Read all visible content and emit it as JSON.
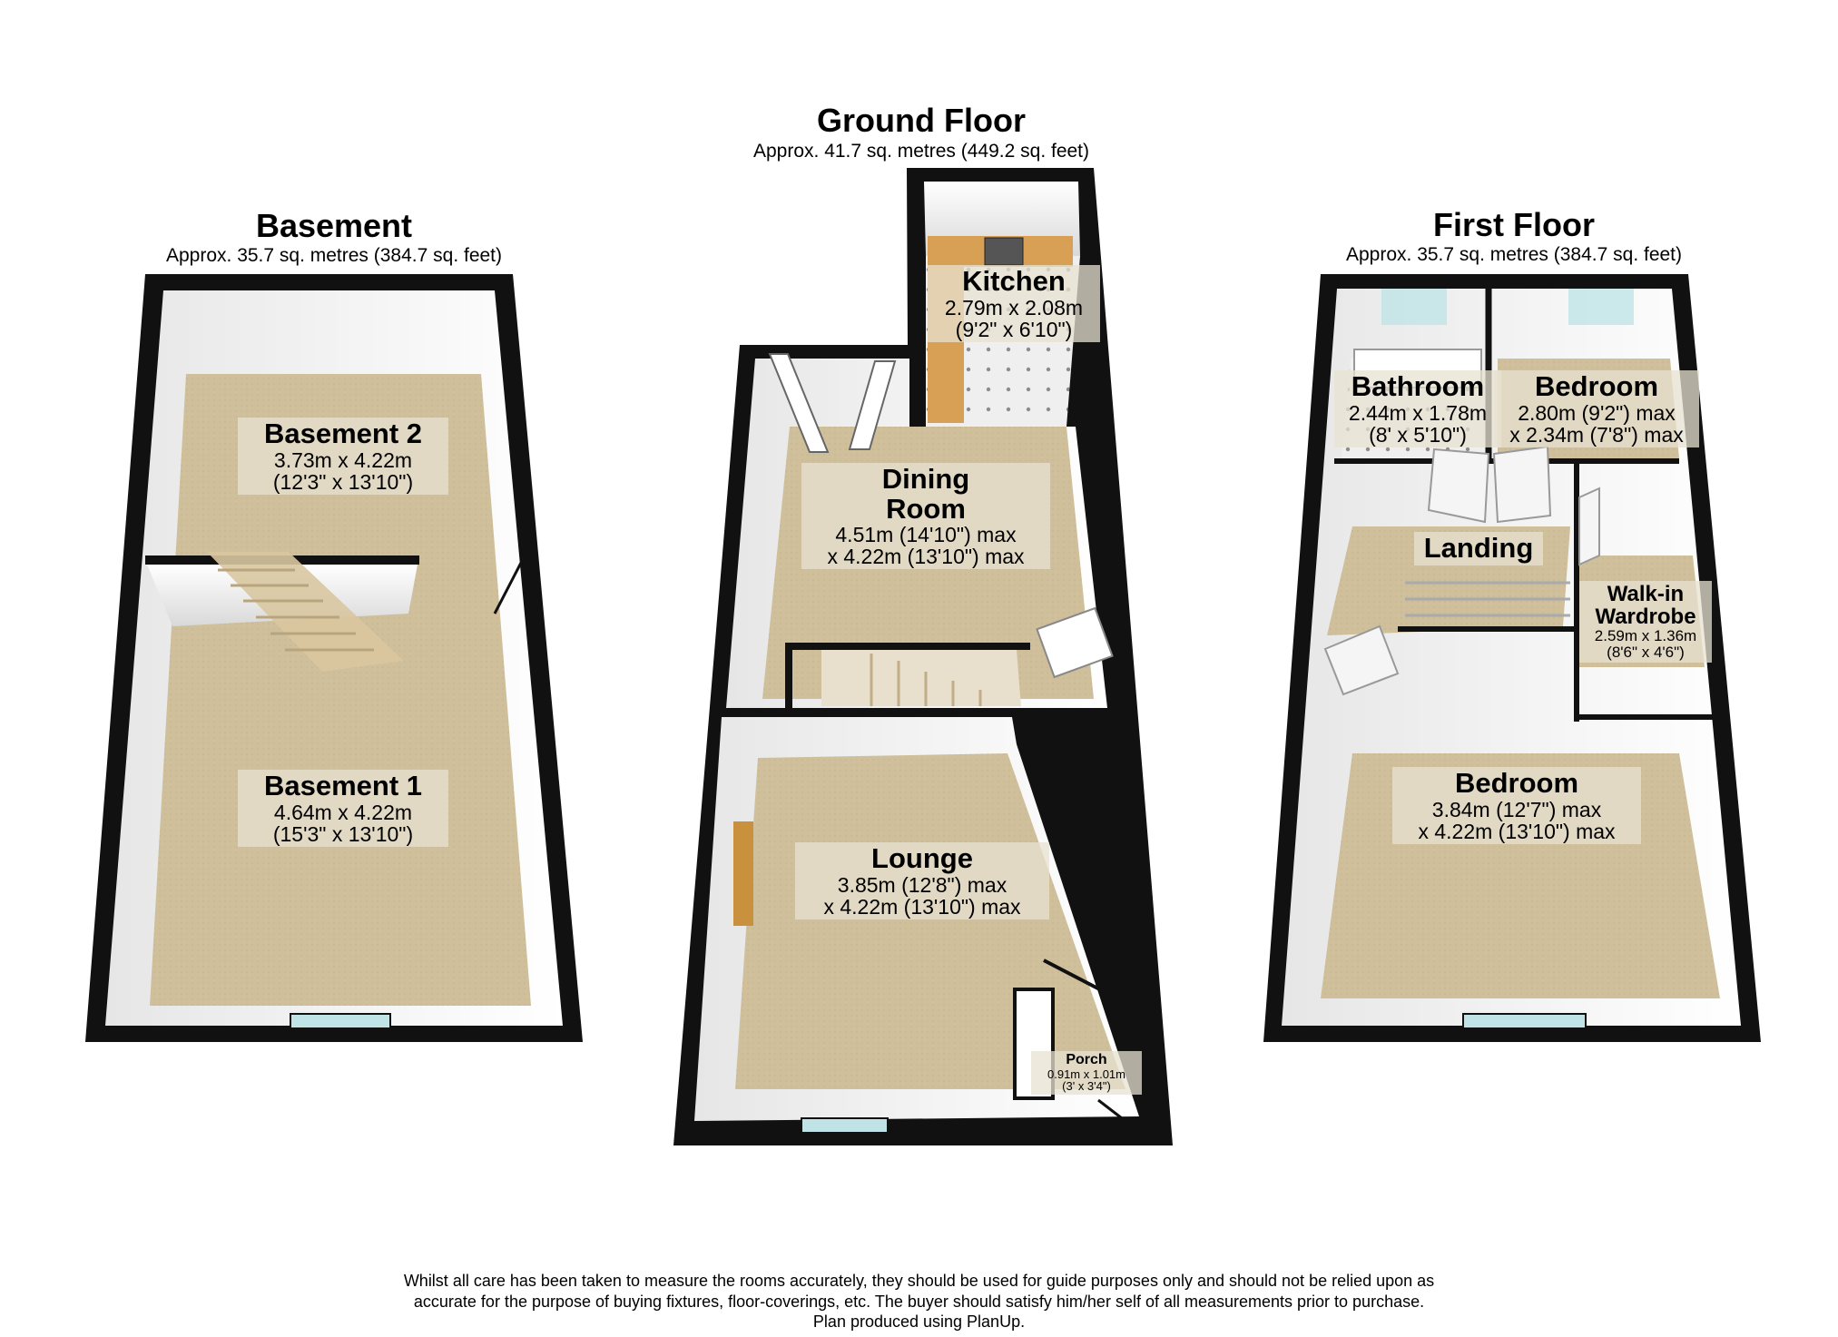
{
  "floors": {
    "basement": {
      "title": "Basement",
      "area": "Approx. 35.7 sq. metres (384.7 sq. feet)",
      "rooms": {
        "basement2": {
          "name": "Basement 2",
          "dim1": "3.73m x 4.22m",
          "dim2": "(12'3\" x 13'10\")"
        },
        "basement1": {
          "name": "Basement 1",
          "dim1": "4.64m x 4.22m",
          "dim2": "(15'3\" x 13'10\")"
        }
      }
    },
    "ground": {
      "title": "Ground Floor",
      "area": "Approx. 41.7 sq. metres (449.2 sq. feet)",
      "rooms": {
        "kitchen": {
          "name": "Kitchen",
          "dim1": "2.79m x 2.08m",
          "dim2": "(9'2\" x 6'10\")"
        },
        "dining": {
          "name1": "Dining",
          "name2": "Room",
          "dim1": "4.51m (14'10\") max",
          "dim2": "x 4.22m (13'10\") max"
        },
        "lounge": {
          "name": "Lounge",
          "dim1": "3.85m (12'8\") max",
          "dim2": "x 4.22m (13'10\") max"
        },
        "porch": {
          "name": "Porch",
          "dim1": "0.91m x 1.01m",
          "dim2": "(3' x 3'4\")"
        }
      }
    },
    "first": {
      "title": "First Floor",
      "area": "Approx. 35.7 sq. metres (384.7 sq. feet)",
      "rooms": {
        "bathroom": {
          "name": "Bathroom",
          "dim1": "2.44m x 1.78m",
          "dim2": "(8' x 5'10\")"
        },
        "bedroom_rear": {
          "name": "Bedroom",
          "dim1": "2.80m (9'2\") max",
          "dim2": "x 2.34m (7'8\") max"
        },
        "landing": {
          "name": "Landing"
        },
        "wardrobe": {
          "name1": "Walk-in",
          "name2": "Wardrobe",
          "dim1": "2.59m x 1.36m",
          "dim2": "(8'6\" x 4'6\")"
        },
        "bedroom_front": {
          "name": "Bedroom",
          "dim1": "3.84m (12'7\") max",
          "dim2": "x 4.22m (13'10\") max"
        }
      }
    }
  },
  "disclaimer": {
    "line1": "Whilst all care has been taken to measure the rooms accurately, they should be used for guide purposes only and should not be relied upon as",
    "line2": "accurate for the purpose of buying fixtures, floor-coverings, etc. The buyer should satisfy him/her self of all measurements prior to purchase.",
    "line3": "Plan produced using PlanUp."
  },
  "colors": {
    "wall": "#111111",
    "floor": "#cdbd98",
    "inner_wall": "#f2f2f2",
    "window": "#bfe3e6",
    "worktop": "#d8a055",
    "tile": "#e8e8e8"
  }
}
